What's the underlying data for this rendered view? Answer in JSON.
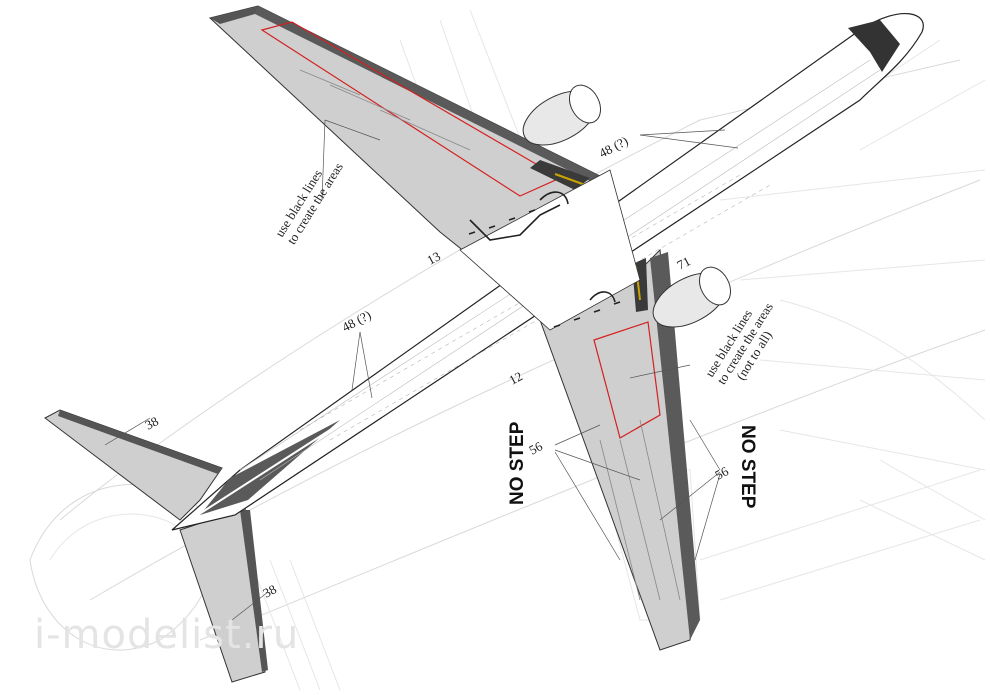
{
  "annotations": {
    "wing_note_left": [
      "use black lines",
      "to create the areas"
    ],
    "wing_note_right": [
      "use black lines",
      "to create the areas",
      "(not to all)"
    ],
    "no_step": "NO STEP",
    "marks": {
      "m48_top": "48 (?)",
      "m48_mid": "48 (?)",
      "m13": "13",
      "m71": "71",
      "m12": "12",
      "m38_tail": "38",
      "m38_bottom": "38",
      "m56_left": "56",
      "m56_right": "56"
    }
  },
  "watermark": "i-modelist.ru",
  "colors": {
    "wing_grey": "#cfcfcf",
    "dark_grey": "#555555",
    "accent_red": "#d42020",
    "fuselage": "#ffffff"
  }
}
